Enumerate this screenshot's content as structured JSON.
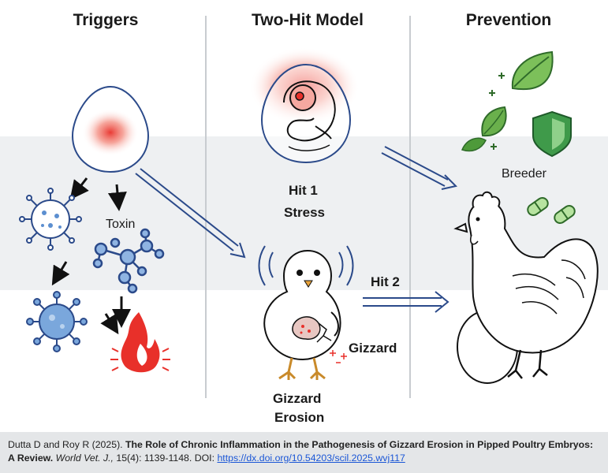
{
  "columns": {
    "triggers": "Triggers",
    "two_hit_model": "Two-Hit Model",
    "prevention": "Prevention"
  },
  "labels": {
    "toxin": "Toxin",
    "hit1_line1": "Hit 1",
    "hit1_line2": "Stress",
    "hit2": "Hit 2",
    "gizzard": "Gizzard",
    "gizzard_erosion_line1": "Gizzard",
    "gizzard_erosion_line2": "Erosion",
    "breeder": "Breeder"
  },
  "citation": {
    "authors": "Dutta D and Roy R (2025).",
    "title": "The Role of Chronic Inflammation in the Pathogenesis of Gizzard Erosion in Pipped Poultry Embryos: A Review.",
    "journal": "World Vet. J.,",
    "details": "15(4): 1139-1148. DOI:",
    "doi_link": "https://dx.doi.org/10.54203/scil.2025.wvj117"
  },
  "colors": {
    "inflammation_red": "#e8302a",
    "virus_blue": "#5c8fd0",
    "leaf_green": "#6ab04c",
    "arrow_navy": "#2b4a8a",
    "band_gray": "#eef0f2"
  },
  "icons": [
    "egg-icon",
    "virus-icon",
    "toxin-molecule-icon",
    "fire-icon",
    "embryo-egg-icon",
    "chick-icon",
    "leaf-icon",
    "shield-icon",
    "capsule-icon",
    "hen-icon"
  ]
}
